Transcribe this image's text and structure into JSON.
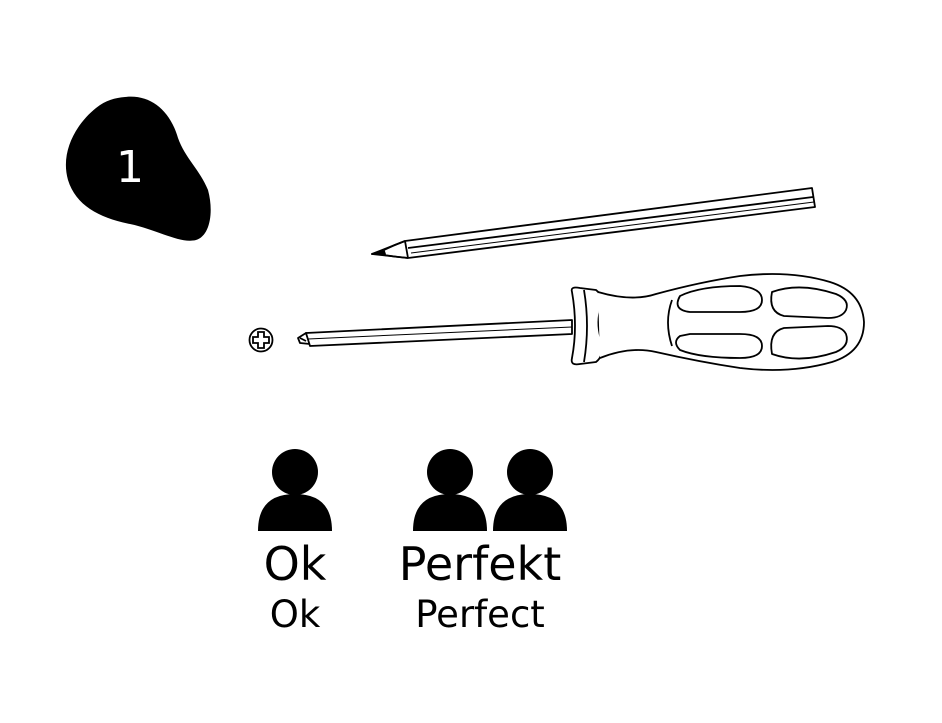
{
  "step": {
    "number": "1"
  },
  "tools": {
    "pencil_icon": "pencil-icon",
    "screwdriver_icon": "phillips-screwdriver-icon",
    "screw_head_icon": "phillips-screw-head-icon"
  },
  "people": {
    "one_person": {
      "icon": "person-icon",
      "label_de": "Ok",
      "label_en": "Ok"
    },
    "two_people": {
      "icon": "two-persons-icon",
      "label_de": "Perfekt",
      "label_en": "Perfect"
    }
  },
  "colors": {
    "ink": "#000000",
    "background": "#ffffff"
  }
}
